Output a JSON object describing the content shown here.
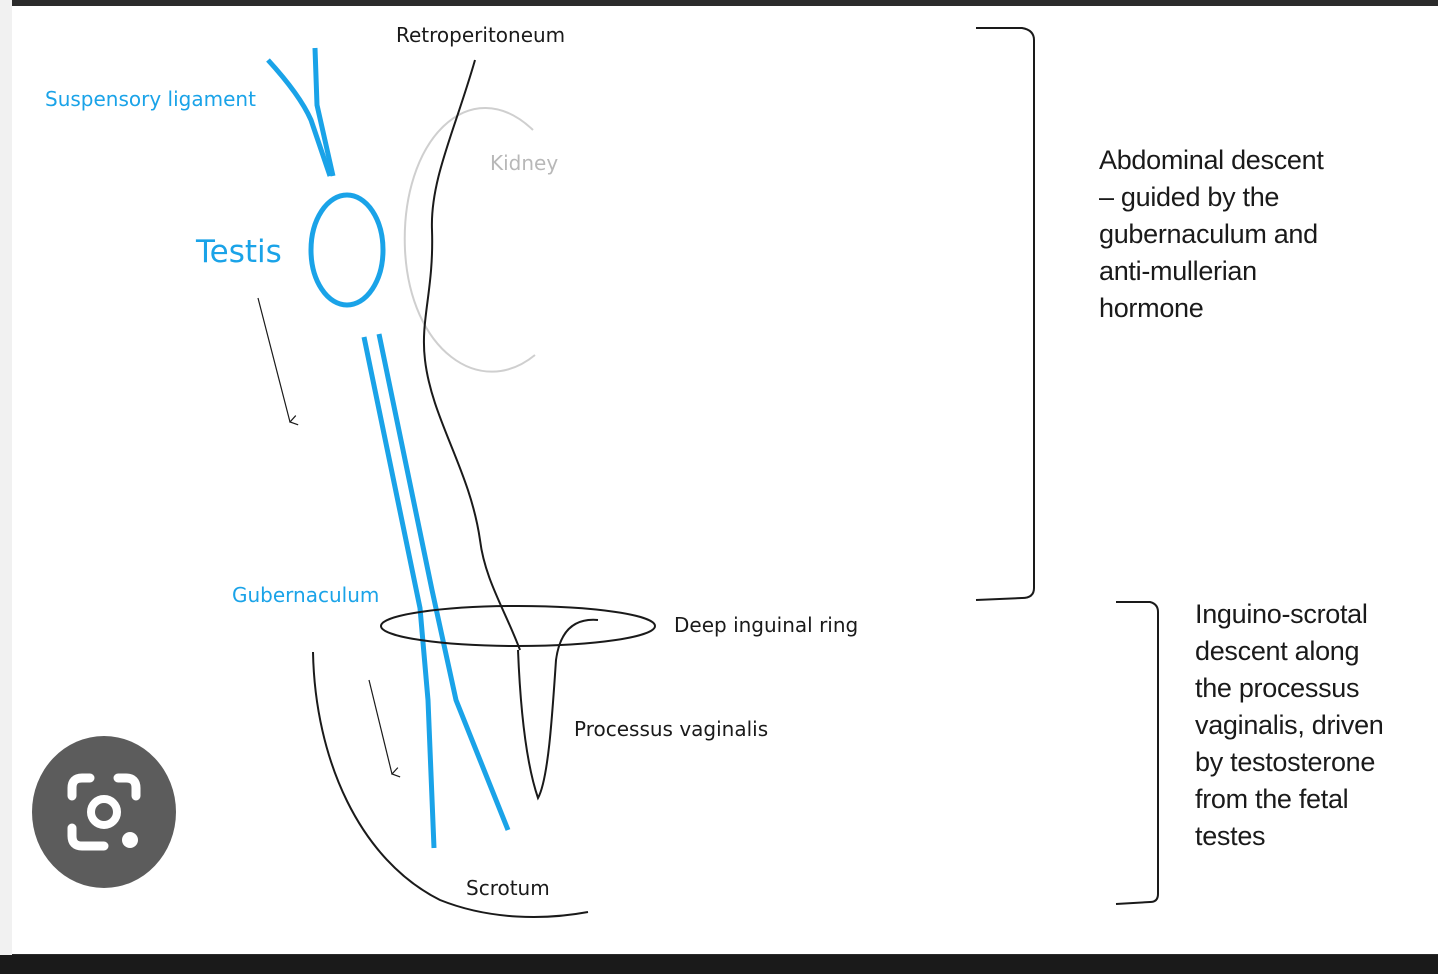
{
  "labels": {
    "retroperitoneum": "Retroperitoneum",
    "suspensory_ligament": "Suspensory ligament",
    "kidney": "Kidney",
    "testis": "Testis",
    "gubernaculum": "Gubernaculum",
    "deep_inguinal_ring": "Deep inguinal ring",
    "processus_vaginalis": "Processus vaginalis",
    "scrotum": "Scrotum"
  },
  "phases": {
    "abdominal": [
      "Abdominal descent",
      "– guided by the",
      "gubernaculum and",
      "anti-mullerian",
      "hormone"
    ],
    "inguino_scrotal": [
      "Inguino-scrotal",
      "descent along",
      "the processus",
      "vaginalis, driven",
      "by testosterone",
      "from the fetal",
      "testes"
    ]
  },
  "colors": {
    "blue": "#1aa3e8",
    "dark": "#1a1a1a",
    "grey": "#b8b8b8",
    "lens_button": "#5c5c5c"
  },
  "icons": {
    "lens": "camera-lens-icon"
  }
}
